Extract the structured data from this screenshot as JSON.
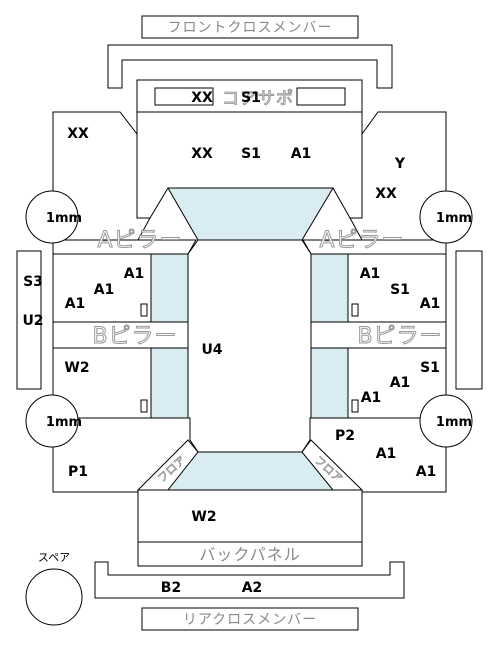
{
  "labels": {
    "front_cross_member": "フロントクロスメンバー",
    "rear_cross_member": "リアクロスメンバー",
    "back_panel": "バックパネル",
    "a_pillar_left": "Aピラー",
    "a_pillar_right": "Aピラー",
    "b_pillar_left": "Bピラー",
    "b_pillar_right": "Bピラー",
    "spare": "スペア",
    "radiator_support": "コアサポ",
    "rot_left": "フロア",
    "rot_right": "フロア"
  },
  "codes": {
    "core_xx": "XX",
    "core_s1": "S1",
    "hood_xx": "XX",
    "hood_s1": "S1",
    "hood_a1": "A1",
    "fl_fender_xx": "XX",
    "fr_fender_y": "Y",
    "fr_fender_xx": "XX",
    "left_sill_s3": "S3",
    "left_sill_u2": "U2",
    "fl_door_a1_a": "A1",
    "fl_door_a1_b": "A1",
    "fl_door_a1_c": "A1",
    "rl_door_w2": "W2",
    "roof_u4": "U4",
    "fr_door_a1_a": "A1",
    "fr_door_s1": "S1",
    "fr_door_a1_b": "A1",
    "rr_door_s1": "S1",
    "rr_door_a1_a": "A1",
    "rr_door_a1_b": "A1",
    "rr_quarter_p2": "P2",
    "rr_quarter_a1_a": "A1",
    "rr_quarter_a1_b": "A1",
    "rl_quarter_p1": "P1",
    "trunk_w2": "W2",
    "rear_b2": "B2",
    "rear_a2": "A2"
  },
  "wheels": {
    "fl": "1mm",
    "fr": "1mm",
    "rl": "1mm",
    "rr": "1mm"
  }
}
